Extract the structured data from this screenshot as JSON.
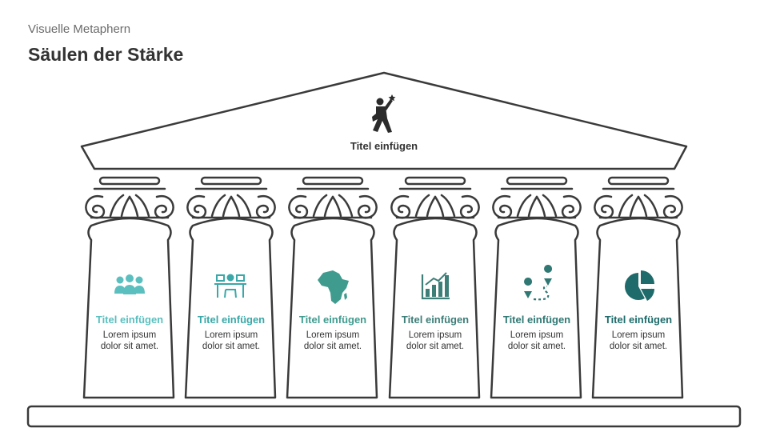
{
  "header": {
    "subtitle": "Visuelle Metaphern",
    "title": "Säulen der Stärke"
  },
  "roof": {
    "label": "Titel einfügen",
    "icon": "person-reaching-star-icon"
  },
  "pillars": [
    {
      "icon": "team-icon",
      "title": "Titel einfügen",
      "body_line1": "Lorem ipsum",
      "body_line2": "dolor sit amet.",
      "color": "#5bbfbf"
    },
    {
      "icon": "meeting-desk-icon",
      "title": "Titel einfügen",
      "body_line1": "Lorem ipsum",
      "body_line2": "dolor sit amet.",
      "color": "#3aa8a8"
    },
    {
      "icon": "africa-map-icon",
      "title": "Titel einfügen",
      "body_line1": "Lorem ipsum",
      "body_line2": "dolor sit amet.",
      "color": "#3f9b8e"
    },
    {
      "icon": "bar-chart-growth-icon",
      "title": "Titel einfügen",
      "body_line1": "Lorem ipsum",
      "body_line2": "dolor sit amet.",
      "color": "#3e7e78"
    },
    {
      "icon": "route-map-pin-icon",
      "title": "Titel einfügen",
      "body_line1": "Lorem ipsum",
      "body_line2": "dolor sit amet.",
      "color": "#2f7873"
    },
    {
      "icon": "pie-chart-icon",
      "title": "Titel einfügen",
      "body_line1": "Lorem ipsum",
      "body_line2": "dolor sit amet.",
      "color": "#1f6b6b"
    }
  ],
  "colors": {
    "outline": "#3a3a3a",
    "text_dark": "#333333",
    "text_muted": "#6b6b6b"
  }
}
